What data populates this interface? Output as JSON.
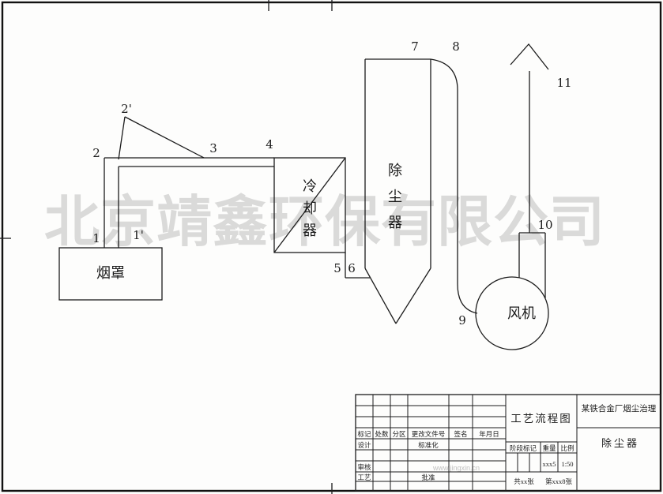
{
  "watermark": {
    "company": "北京靖鑫环保有限公司",
    "url": "www.jingxin.cn"
  },
  "diagram": {
    "hood": {
      "label": "烟罩"
    },
    "cooler": {
      "label": "冷却器",
      "chars": [
        "冷",
        "却",
        "器"
      ]
    },
    "collector": {
      "label": "除尘器",
      "chars": [
        "除",
        "尘",
        "器"
      ]
    },
    "fan": {
      "label": "风机"
    },
    "points": {
      "n1": "1",
      "n1p": "1'",
      "n2": "2",
      "n2p": "2'",
      "n3": "3",
      "n4": "4",
      "n5": "5",
      "n6": "6",
      "n7": "7",
      "n8": "8",
      "n9": "9",
      "n10": "10",
      "n11": "11"
    }
  },
  "title_block": {
    "drawing_title": "工艺流程图",
    "project": "某铁合金厂烟尘治理",
    "part": "除尘器",
    "header": [
      "标记",
      "处数",
      "分区",
      "更改文件号",
      "签名",
      "年月日"
    ],
    "design": "设计",
    "standardize": "标准化",
    "check": "审核",
    "process": "工艺",
    "approve": "批准",
    "stage": "阶段标记",
    "weight": "重量",
    "scale": "比例",
    "weight_value": "xxx5",
    "scale_value": "1:50",
    "sheets": "共xx张",
    "sheet_no": "第xxx8张"
  }
}
